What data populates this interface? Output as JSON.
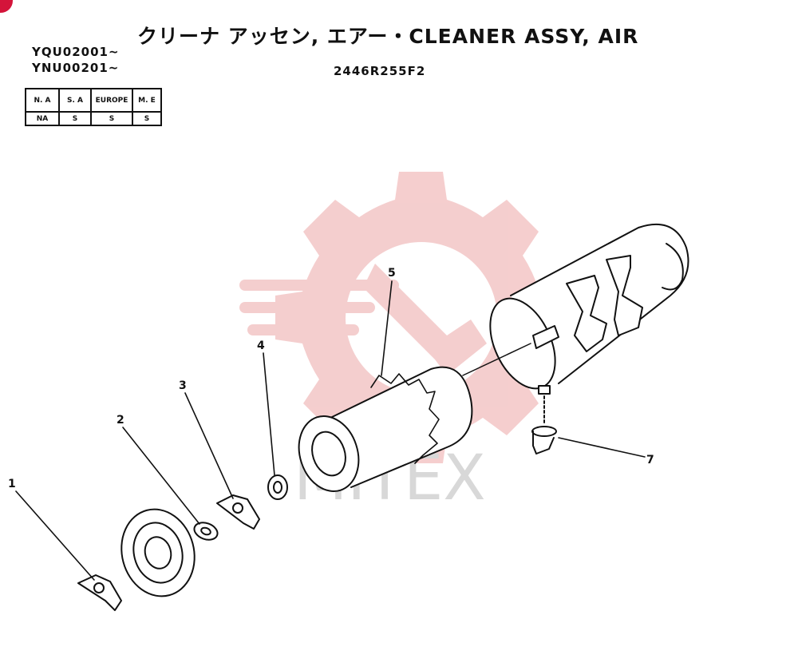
{
  "header": {
    "title": "クリーナ アッセン, エアー・CLEANER ASSY, AIR",
    "serial_1": "YQU02001~",
    "serial_2": "YNU00201~",
    "drawing_no": "2446R255F2"
  },
  "market_table": {
    "headers": [
      "N. A",
      "S. A",
      "EUROPE",
      "M. E"
    ],
    "values": [
      "NA",
      "S",
      "S",
      "S"
    ]
  },
  "parts": {
    "p1": "1",
    "p2": "2",
    "p3": "3",
    "p4": "4",
    "p5": "5",
    "p7": "7"
  },
  "watermark": {
    "text": "MITEX",
    "color": "#f3c6c6"
  }
}
